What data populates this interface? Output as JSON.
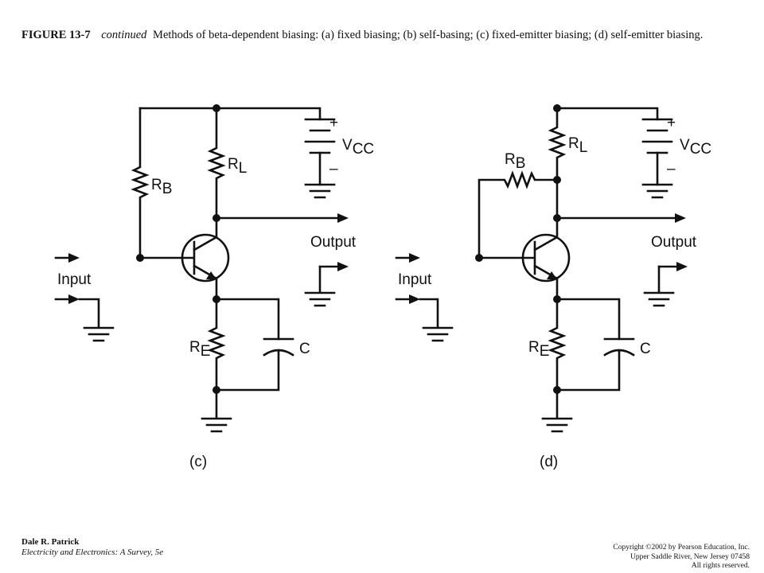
{
  "caption": {
    "figure_number": "FIGURE 13-7",
    "continued": "continued",
    "text": "Methods of beta-dependent biasing: (a) fixed biasing; (b) self-basing; (c) fixed-emitter biasing; (d) self-emitter biasing."
  },
  "circuits": [
    {
      "id": "c",
      "label": "(c)",
      "rb": "R",
      "rb_sub": "B",
      "rl": "R",
      "rl_sub": "L",
      "re": "R",
      "re_sub": "E",
      "vcc": "V",
      "vcc_sub": "CC",
      "plus": "+",
      "minus": "–",
      "cap": "C",
      "input": "Input",
      "output": "Output"
    },
    {
      "id": "d",
      "label": "(d)",
      "rb": "R",
      "rb_sub": "B",
      "rl": "R",
      "rl_sub": "L",
      "re": "R",
      "re_sub": "E",
      "vcc": "V",
      "vcc_sub": "CC",
      "plus": "+",
      "minus": "–",
      "cap": "C",
      "input": "Input",
      "output": "Output"
    }
  ],
  "footer": {
    "author": "Dale R. Patrick",
    "book": "Electricity and Electronics:  A Survey, 5e",
    "copyright_lines": [
      "Copyright ©2002 by Pearson Education, Inc.",
      "Upper Saddle River, New Jersey 07458",
      "All rights reserved."
    ]
  }
}
